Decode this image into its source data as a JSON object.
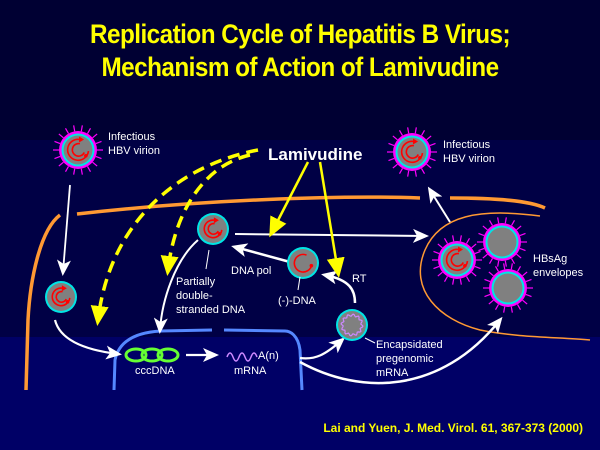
{
  "title": {
    "line1": "Replication Cycle of Hepatitis B Virus;",
    "line2": "Mechanism of Action of Lamivudine"
  },
  "drug": {
    "name": "Lamivudine",
    "targets": [
      "DNA pol",
      "RT"
    ]
  },
  "labels": {
    "virion_left": [
      "Infectious",
      "HBV virion"
    ],
    "virion_right": [
      "Infectious",
      "HBV virion"
    ],
    "partial_dna": [
      "Partially",
      "double-",
      "stranded DNA"
    ],
    "dna_pol": "DNA pol",
    "minus_dna": "(-)-DNA",
    "rt": "RT",
    "pregenomic": [
      "Encapsidated",
      "pregenomic",
      "mRNA"
    ],
    "cccdna": "cccDNA",
    "mrna": "mRNA",
    "polya": "A(n)",
    "hbsag": [
      "HBsAg",
      "envelopes"
    ]
  },
  "colors": {
    "title": "#ffff00",
    "inhibition_arrow": "#ffff00",
    "cell_membrane": "#ff9933",
    "nuclear_membrane": "#5588ff",
    "capsid_fill": "#808080",
    "capsid_ring": "#00e5e5",
    "envelope": "#ff00ff",
    "genome": "#ff0000",
    "cccdna": "#66ff33",
    "mrna": "#cc88ff"
  },
  "citation": "Lai and Yuen, J. Med. Virol. 61, 367-373 (2000)"
}
